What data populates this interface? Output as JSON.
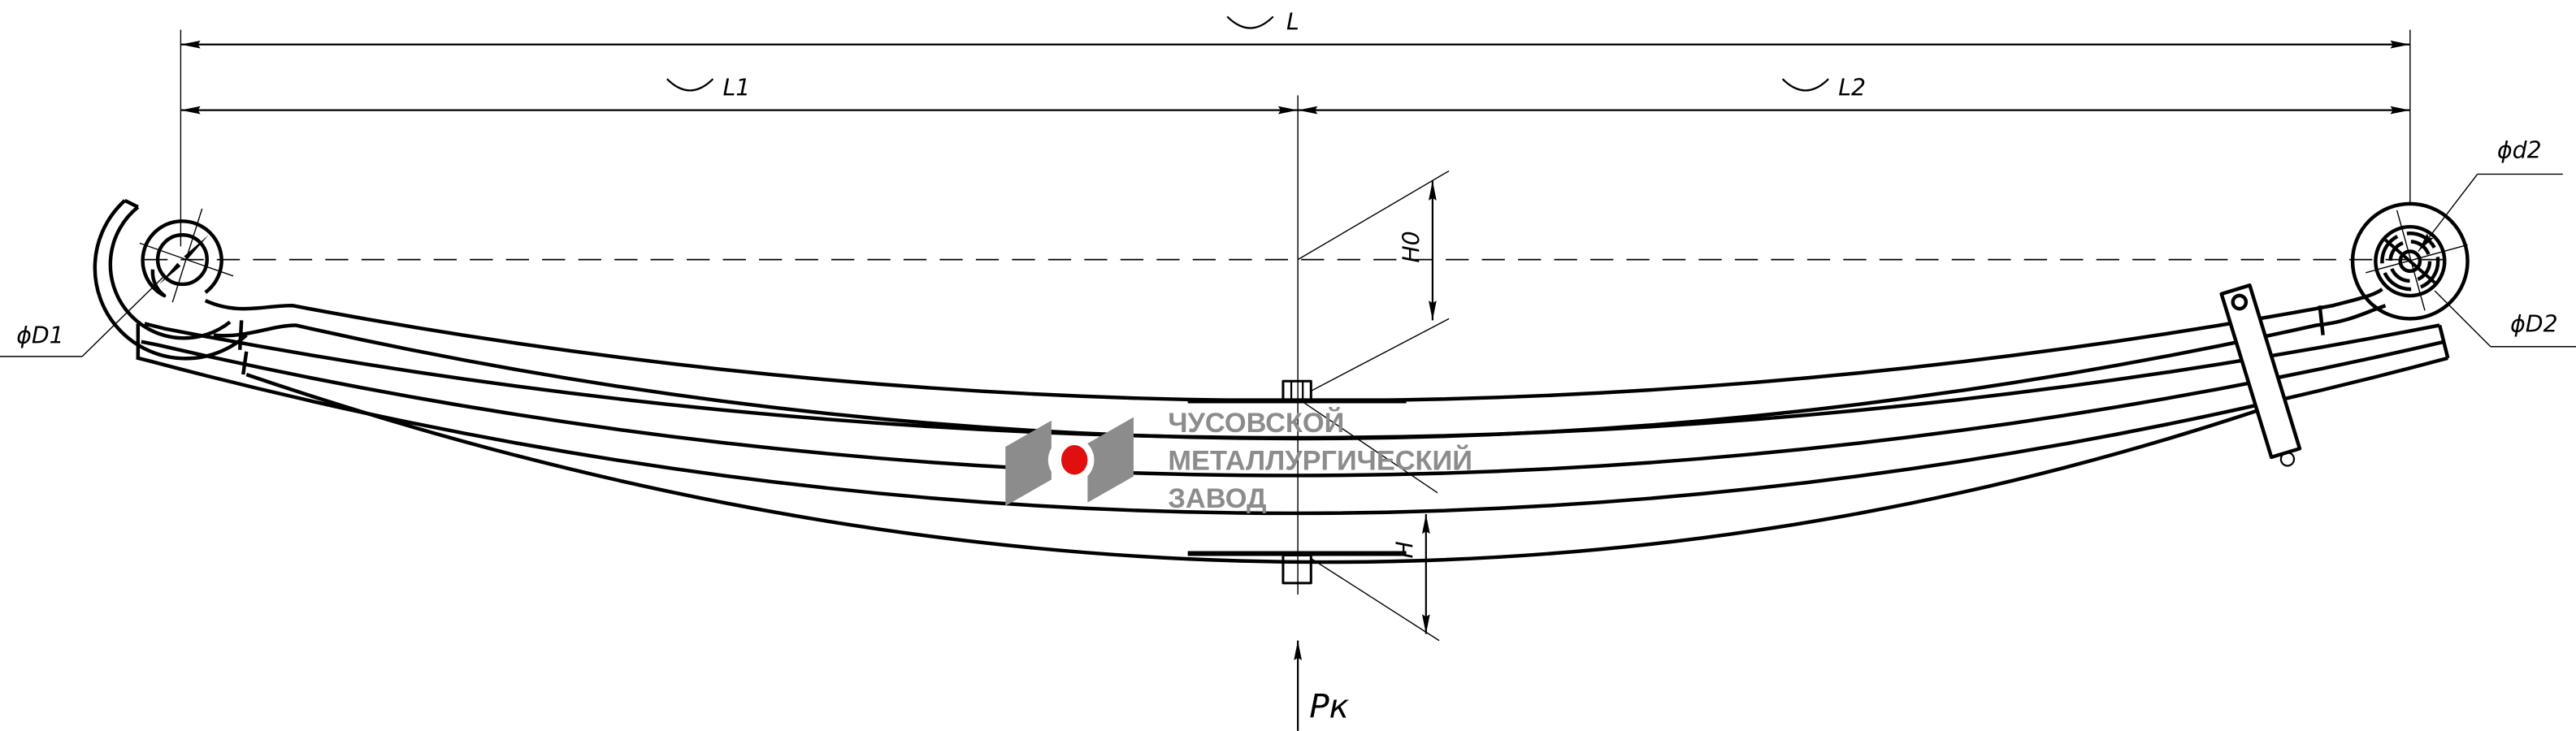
{
  "dimensions": {
    "overall_length": "L",
    "left_length": "L1",
    "right_length": "L2",
    "free_height": "H0",
    "loaded_height": "H",
    "test_load": "Pк",
    "left_eye_outer_diameter": "ϕD1",
    "right_eye_inner_diameter": "ϕd2",
    "right_eye_outer_diameter": "ϕD2"
  },
  "logo": {
    "line1": "ЧУСОВСКОЙ",
    "line2": "МЕТАЛЛУРГИЧЕСКИЙ",
    "line3": "ЗАВОД",
    "colors": {
      "gray": "#8c8c8c",
      "red": "#e01010"
    }
  }
}
